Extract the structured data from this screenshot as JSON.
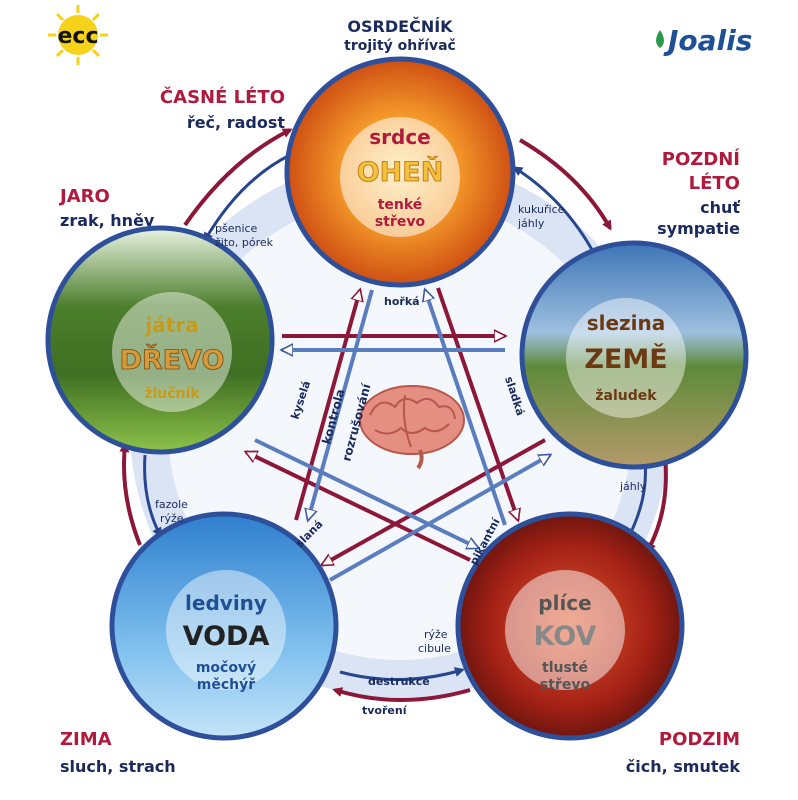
{
  "logos": {
    "left": "ecc",
    "right": "Joalis"
  },
  "top": {
    "title": "OSRDEČNÍK",
    "subtitle": "trojitý ohřívač"
  },
  "seasons": {
    "early_summer": {
      "title": "ČASNÉ LÉTO",
      "sub": "řeč, radost"
    },
    "spring": {
      "title": "JARO",
      "sub": "zrak, hněv"
    },
    "late_summer": {
      "title1": "POZDNÍ",
      "title2": "LÉTO",
      "sub1": "chuť",
      "sub2": "sympatie"
    },
    "winter": {
      "title": "ZIMA",
      "sub": "sluch, strach"
    },
    "autumn": {
      "title": "PODZIM",
      "sub": "čich, smutek"
    }
  },
  "elements": {
    "fire": {
      "organ": "srdce",
      "element": "OHEŇ",
      "paired1": "tenké",
      "paired2": "střevo",
      "taste": "hořká"
    },
    "wood": {
      "organ": "játra",
      "element": "DŘEVO",
      "paired1": "žlučník",
      "paired2": "",
      "taste": "kyselá"
    },
    "earth": {
      "organ": "slezina",
      "element": "ZEMĚ",
      "paired1": "žaludek",
      "paired2": "",
      "taste": "sladká"
    },
    "water": {
      "organ": "ledviny",
      "element": "VODA",
      "paired1": "močový",
      "paired2": "měchýř",
      "taste": "slaná"
    },
    "metal": {
      "organ": "plíce",
      "element": "KOV",
      "paired1": "tlusté",
      "paired2": "střevo",
      "taste": "pikantní"
    }
  },
  "foods": {
    "wood_fire": {
      "l1": "pšenice",
      "l2": "žito, pórek"
    },
    "fire_earth": {
      "l1": "kukuřice",
      "l2": "jáhly"
    },
    "earth_metal": {
      "l1": "jáhly",
      "l2": ""
    },
    "metal_water": {
      "l1": "rýže",
      "l2": "cibule"
    },
    "water_wood": {
      "l1": "fazole",
      "l2": "rýže"
    }
  },
  "relations": {
    "control": "kontrola",
    "disruption": "rozrušování"
  },
  "cycle_labels": {
    "destruction": "destrukce",
    "creation": "tvoření"
  },
  "colors": {
    "outer_ring": "#d9e3f3",
    "arrow_red": "#8c1738",
    "arrow_blue": "#28458f",
    "title_red": "#b01a3c",
    "text_navy": "#1a2a5c",
    "fire_sky": "#e8671b",
    "wood_grass": "#4a8c2a",
    "earth_field": "#7aa1c9",
    "water_sky": "#3a8fd6",
    "metal_leaves": "#b3261a"
  }
}
